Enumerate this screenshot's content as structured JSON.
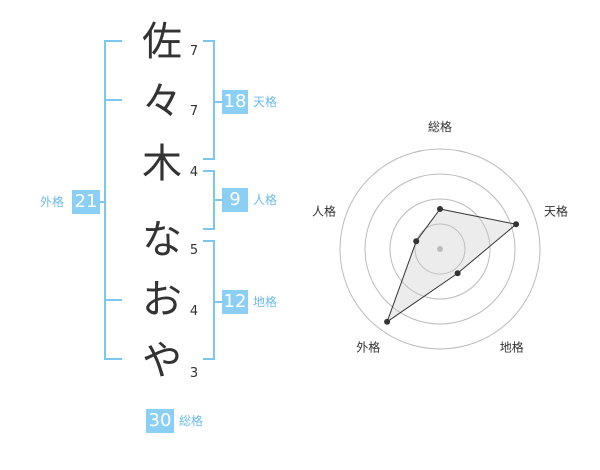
{
  "name": {
    "chars": [
      {
        "char": "佐",
        "strokes": "7"
      },
      {
        "char": "々",
        "strokes": "7"
      },
      {
        "char": "木",
        "strokes": "4"
      },
      {
        "char": "な",
        "strokes": "5"
      },
      {
        "char": "お",
        "strokes": "4"
      },
      {
        "char": "や",
        "strokes": "3"
      }
    ]
  },
  "kakusu": {
    "tenkaku": {
      "value": "18",
      "label": "天格"
    },
    "jinkaku": {
      "value": "9",
      "label": "人格"
    },
    "chikaku": {
      "value": "12",
      "label": "地格"
    },
    "gaikaku": {
      "value": "21",
      "label": "外格"
    },
    "soukaku": {
      "value": "30",
      "label": "総格"
    }
  },
  "colors": {
    "accent": "#8ccff5",
    "bracket": "#7cc7f0",
    "label": "#6bbbe8"
  },
  "radar": {
    "axes": [
      "総格",
      "天格",
      "地格",
      "外格",
      "人格"
    ],
    "values": [
      0.4,
      0.8,
      0.3,
      0.9,
      0.25
    ],
    "max": 1
  }
}
